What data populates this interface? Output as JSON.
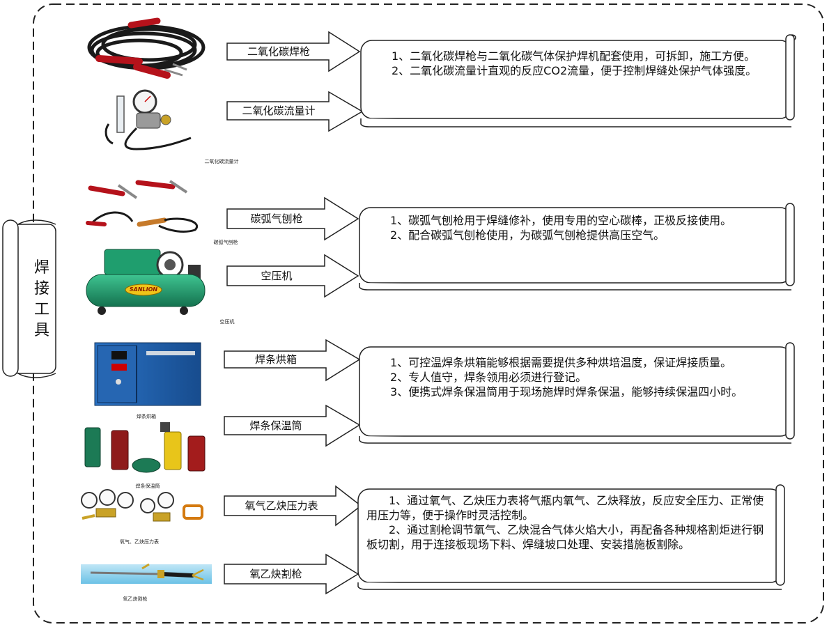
{
  "title_chars": [
    "焊",
    "接",
    "工",
    "具"
  ],
  "arrows": [
    {
      "label": "二氧化碳焊枪"
    },
    {
      "label": "二氧化碳流量计"
    },
    {
      "label": "碳弧气刨枪"
    },
    {
      "label": "空压机"
    },
    {
      "label": "焊条烘箱"
    },
    {
      "label": "焊条保温筒"
    },
    {
      "label": "氧气乙炔压力表"
    },
    {
      "label": "氧乙炔割枪"
    }
  ],
  "panels": [
    {
      "paragraphs": [
        "1、二氧化碳焊枪与二氧化碳气体保护焊机配套使用，可拆卸，施工方便。",
        "2、二氧化碳流量计直观的反应CO2流量，便于控制焊缝处保护气体强度。"
      ]
    },
    {
      "paragraphs": [
        "1、碳弧气刨枪用于焊缝修补，使用专用的空心碳棒，正极反接使用。",
        "2、配合碳弧气刨枪使用，为碳弧气刨枪提供高压空气。"
      ]
    },
    {
      "paragraphs": [
        "1、可控温焊条烘箱能够根据需要提供多种烘培温度，保证焊接质量。",
        "2、专人值守，焊条领用必须进行登记。",
        "3、便携式焊条保温筒用于现场施焊时焊条保温，能够持续保温四小时。"
      ]
    },
    {
      "paragraphs": [
        "1、通过氧气、乙炔压力表将气瓶内氧气、乙炔释放，反应安全压力、正常使用压力等，便于操作时灵活控制。",
        "2、通过割枪调节氧气、乙炔混合气体火焰大小，再配备各种规格割炬进行钢板切割，用于连接板现场下料、焊缝坡口处理、安装措施板割除。"
      ]
    }
  ],
  "captions": {
    "flow_meter": "二氧化碳流量计",
    "gouging_gun": "碳弧气刨枪",
    "compressor": "空压机",
    "oven": "焊条烘箱",
    "quiver": "焊条保温筒",
    "gauges": "氧气、乙炔压力表",
    "torch": "氧乙炔割枪"
  },
  "brand": {
    "compressor": "SANLION"
  },
  "colors": {
    "frame_dash": "#222222",
    "cable": "#1a1a1a",
    "handle_red": "#b5121b",
    "compressor_green": "#1f9e6e",
    "oven_blue": "#1f5fae",
    "quiver_green": "#1c7a55",
    "quiver_red": "#8e1b1b",
    "quiver_yellow": "#e8c51a",
    "brass": "#c9a227",
    "torch_sky": "#8fd1ec"
  }
}
